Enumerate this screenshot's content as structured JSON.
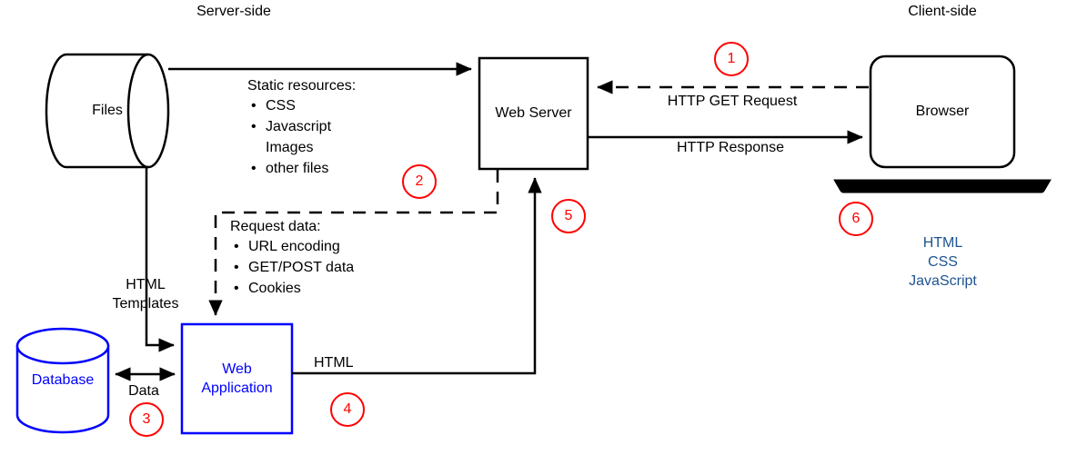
{
  "diagram": {
    "title_left": "Server-side",
    "title_right": "Client-side",
    "colors": {
      "stroke": "#000000",
      "blue": "#0000ff",
      "red": "#ff0000",
      "steel": "#1f5490",
      "background": "#ffffff"
    }
  },
  "nodes": {
    "files": {
      "label": "Files",
      "shape": "cylinder-horizontal"
    },
    "web_server": {
      "label": "Web Server",
      "shape": "rectangle"
    },
    "browser": {
      "label": "Browser",
      "shape": "rounded-rectangle"
    },
    "database": {
      "label": "Database",
      "shape": "cylinder-vertical"
    },
    "web_application": {
      "label": "Web\nApplication",
      "line1": "Web",
      "line2": "Application",
      "shape": "rectangle"
    },
    "laptop_base": {
      "label": "laptop-base",
      "shape": "bar"
    }
  },
  "annotations": {
    "static_resources": {
      "heading": "Static resources:",
      "items": [
        {
          "text": "CSS",
          "bullet": true
        },
        {
          "text": "Javascript",
          "bullet": true
        },
        {
          "text": "Images",
          "bullet": false
        },
        {
          "text": "other files",
          "bullet": true
        }
      ]
    },
    "request_data": {
      "heading": "Request data:",
      "items": [
        {
          "text": "URL encoding",
          "bullet": true
        },
        {
          "text": "GET/POST data",
          "bullet": true
        },
        {
          "text": "Cookies",
          "bullet": true
        }
      ]
    },
    "client_stack": {
      "line1": "HTML",
      "line2": "CSS",
      "line3": "JavaScript"
    }
  },
  "edge_labels": {
    "http_get_request": "HTTP GET Request",
    "http_response": "HTTP Response",
    "html_templates_line1": "HTML",
    "html_templates_line2": "Templates",
    "data": "Data",
    "html": "HTML"
  },
  "step_numbers": [
    {
      "id": "step-1",
      "value": "1"
    },
    {
      "id": "step-2",
      "value": "2"
    },
    {
      "id": "step-3",
      "value": "3"
    },
    {
      "id": "step-4",
      "value": "4"
    },
    {
      "id": "step-5",
      "value": "5"
    },
    {
      "id": "step-6",
      "value": "6"
    }
  ]
}
